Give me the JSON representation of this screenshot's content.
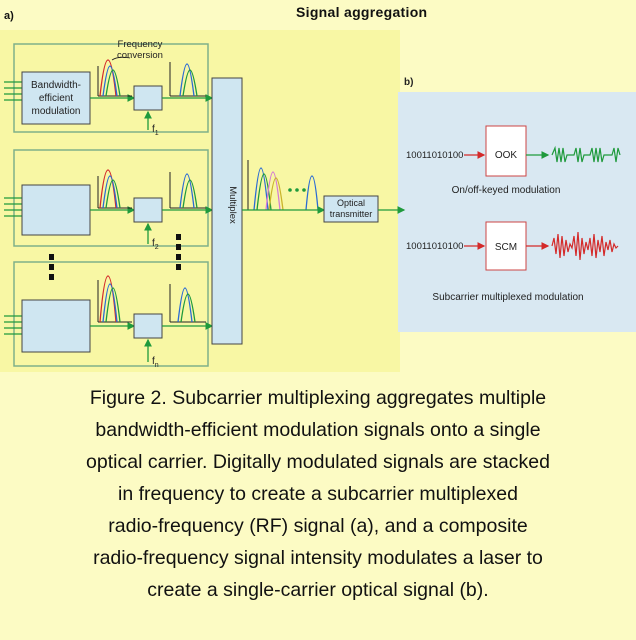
{
  "header": {
    "title": "Signal aggregation"
  },
  "panel_a": {
    "label": "a)",
    "bem_label": [
      "Bandwidth-",
      "efficient",
      "modulation"
    ],
    "freq_conv_label": [
      "Frequency",
      "conversion"
    ],
    "f_labels": [
      "f",
      "f",
      "f"
    ],
    "f_subs": [
      "1",
      "2",
      "n"
    ],
    "mux_label": "Multiplex",
    "tx_label": [
      "Optical",
      "transmitter"
    ]
  },
  "panel_b": {
    "label": "b)",
    "row1": {
      "bits": "10011010100",
      "box": "OOK",
      "caption": "On/off-keyed modulation"
    },
    "row2": {
      "bits": "10011010100",
      "box": "SCM",
      "caption": "Subcarrier multiplexed modulation"
    }
  },
  "caption": {
    "lines": [
      "Figure 2. Subcarrier multiplexing aggregates multiple",
      "bandwidth-efficient modulation signals onto a single",
      "optical carrier. Digitally modulated signals are stacked",
      "in frequency to create a subcarrier multiplexed",
      "radio-frequency (RF) signal (a), and a composite",
      "radio-frequency signal intensity modulates a laser to",
      "create a single-carrier optical signal (b)."
    ]
  },
  "colors": {
    "panel_a_bg": "#f8f7a4",
    "panel_b_bg": "#d9e8f2",
    "box_fill": "#cfe6f1",
    "green": "#1f9a3c",
    "red": "#d42a2a"
  }
}
